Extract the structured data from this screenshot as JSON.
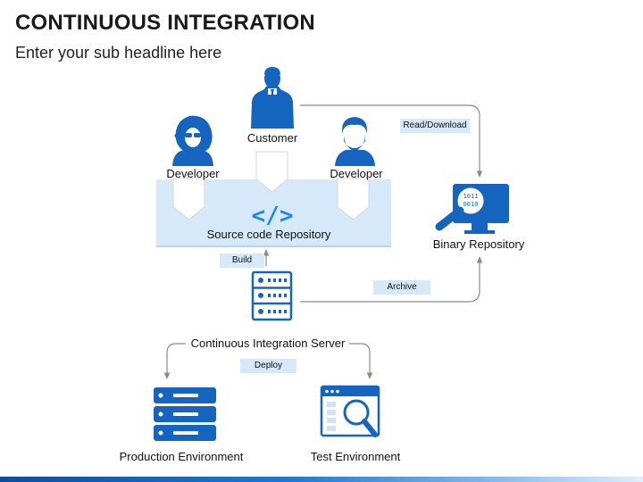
{
  "header": {
    "title": "CONTINUOUS INTEGRATION",
    "subtitle": "Enter your sub headline here"
  },
  "nodes": {
    "customer": "Customer",
    "developer_left": "Developer",
    "developer_right": "Developer",
    "source_repo": "Source code Repository",
    "source_repo_glyph": "</>",
    "binary_repo": "Binary Repository",
    "binary_digits_1": "1011",
    "binary_digits_2": "0010",
    "ci_server": "Continuous Integration Server",
    "production_env": "Production Environment",
    "test_env": "Test Environment"
  },
  "edges": {
    "read_download": "Read/Download",
    "build": "Build",
    "archive": "Archive",
    "deploy": "Deploy"
  },
  "colors": {
    "accent": "#1f78d1",
    "icon": "#1565c0",
    "panel": "#d5e9fb",
    "connector": "#888888"
  }
}
